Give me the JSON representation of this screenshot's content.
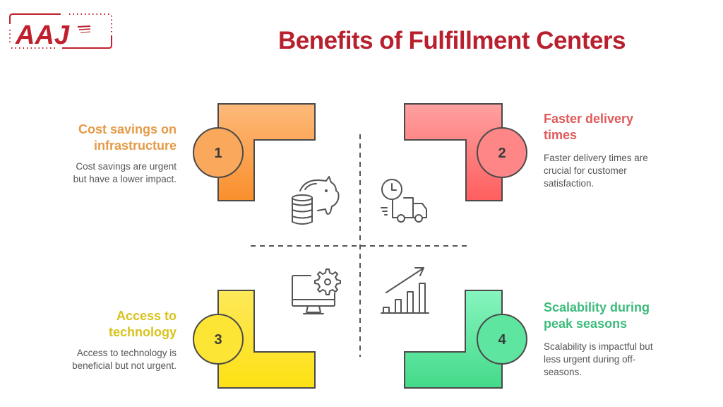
{
  "header": {
    "logo_text": "AAJ",
    "title": "Benefits of Fulfillment Centers"
  },
  "colors": {
    "brand_red": "#b8202e",
    "orange": "#f7a050",
    "red": "#ff6b6b",
    "yellow": "#fde21f",
    "green": "#5de09a",
    "outline": "#4a4a4a"
  },
  "quadrants": [
    {
      "number": "1",
      "heading_line1": "Cost savings on",
      "heading_line2": "infrastructure",
      "description_line1": "Cost savings are urgent",
      "description_line2": "but have a lower impact.",
      "icon": "piggy-bank-coins-icon",
      "color": "#e59a46"
    },
    {
      "number": "2",
      "heading_line1": "Faster delivery",
      "heading_line2": "times",
      "description_line1": "Faster delivery times are",
      "description_line2": "crucial for customer",
      "description_line3": "satisfaction.",
      "icon": "delivery-truck-clock-icon",
      "color": "#e05a5a"
    },
    {
      "number": "3",
      "heading_line1": "Access to",
      "heading_line2": "technology",
      "description_line1": "Access to technology is",
      "description_line2": "beneficial but not urgent.",
      "icon": "computer-gear-icon",
      "color": "#d9c21c"
    },
    {
      "number": "4",
      "heading_line1": "Scalability during",
      "heading_line2": "peak seasons",
      "description_line1": "Scalability is impactful but",
      "description_line2": "less urgent during off-",
      "description_line3": "seasons.",
      "icon": "growth-chart-icon",
      "color": "#3dbb7c"
    }
  ]
}
